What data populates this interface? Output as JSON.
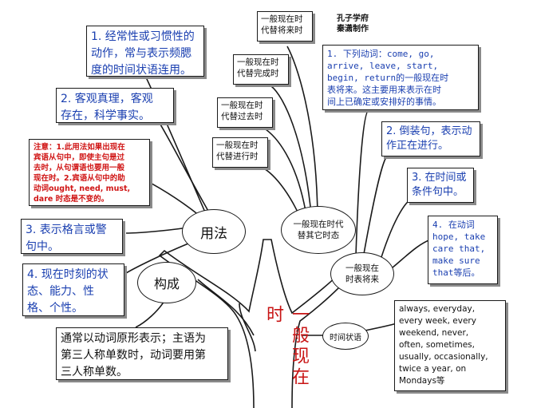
{
  "credit": "孔子学府\n秦潇制作",
  "trunk": {
    "title": "一般现在时"
  },
  "nodes": {
    "usage": "用法",
    "form": "构成",
    "replace_other": "一般现在时代\n替其它时态",
    "future": "一般现在\n时表将来",
    "time_adverbial": "时间状语"
  },
  "usage_items": [
    "1. 经常性或习惯性的\n动作，常与表示频腮\n度的时间状语连用。",
    "2. 客观真理，客观\n存在，科学事实。",
    "注意：1.此用法如果出现在\n宾语从句中，即使主句是过\n去时，从句谓语也要用一般\n现在时。2.宾语从句中的助\n动词ought, need, must,\ndare 时态是不变的。",
    "3. 表示格言或警\n句中。",
    "4. 现在时刻的状\n态、能力、性\n格、个性。"
  ],
  "form_text": "通常以动词原形表示；主语为\n第三人称单数时，动词要用第\n三人称单数。",
  "replace_items": [
    "一般现在时\n代替将来时",
    "一般现在时\n代替完成时",
    "一般现在时\n代替过去时",
    "一般现在时\n代替进行时"
  ],
  "future_items": [
    "1. 下列动词：come, go,\narrive, leave, start,\nbegin, return的一般现在时\n表将来。这主要用来表示在时\n间上已确定或安排好的事情。",
    "2. 倒装句，表示动\n作正在进行。",
    "3. 在时间或\n条件句中。",
    "4. 在动词\nhope, take\ncare that,\nmake sure\nthat等后。"
  ],
  "adverbial_text": "always, everyday,\nevery week, every\nweekend, never,\noften, sometimes,\nusually, occasionally,\ntwice a year, on\nMondays等",
  "colors": {
    "text_blue": "#1a3fb0",
    "note_red": "#d01515",
    "trunk_red": "#c81414",
    "line": "#1a1a1a",
    "shadow": "#8a8a8a"
  }
}
